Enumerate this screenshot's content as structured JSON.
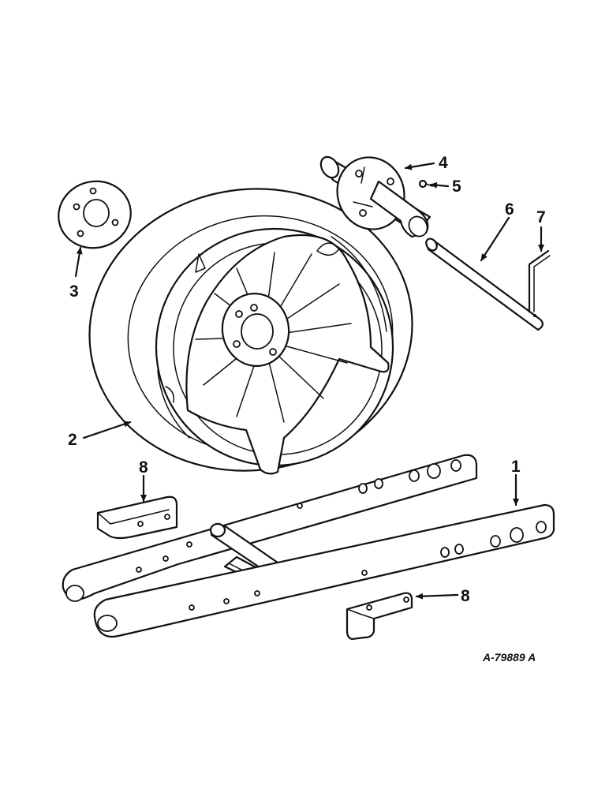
{
  "callouts": {
    "c1": "1",
    "c2": "2",
    "c3": "3",
    "c4": "4",
    "c5": "5",
    "c6": "6",
    "c7": "7",
    "c8a": "8",
    "c8b": "8"
  },
  "reference_code": "A-79889 A"
}
